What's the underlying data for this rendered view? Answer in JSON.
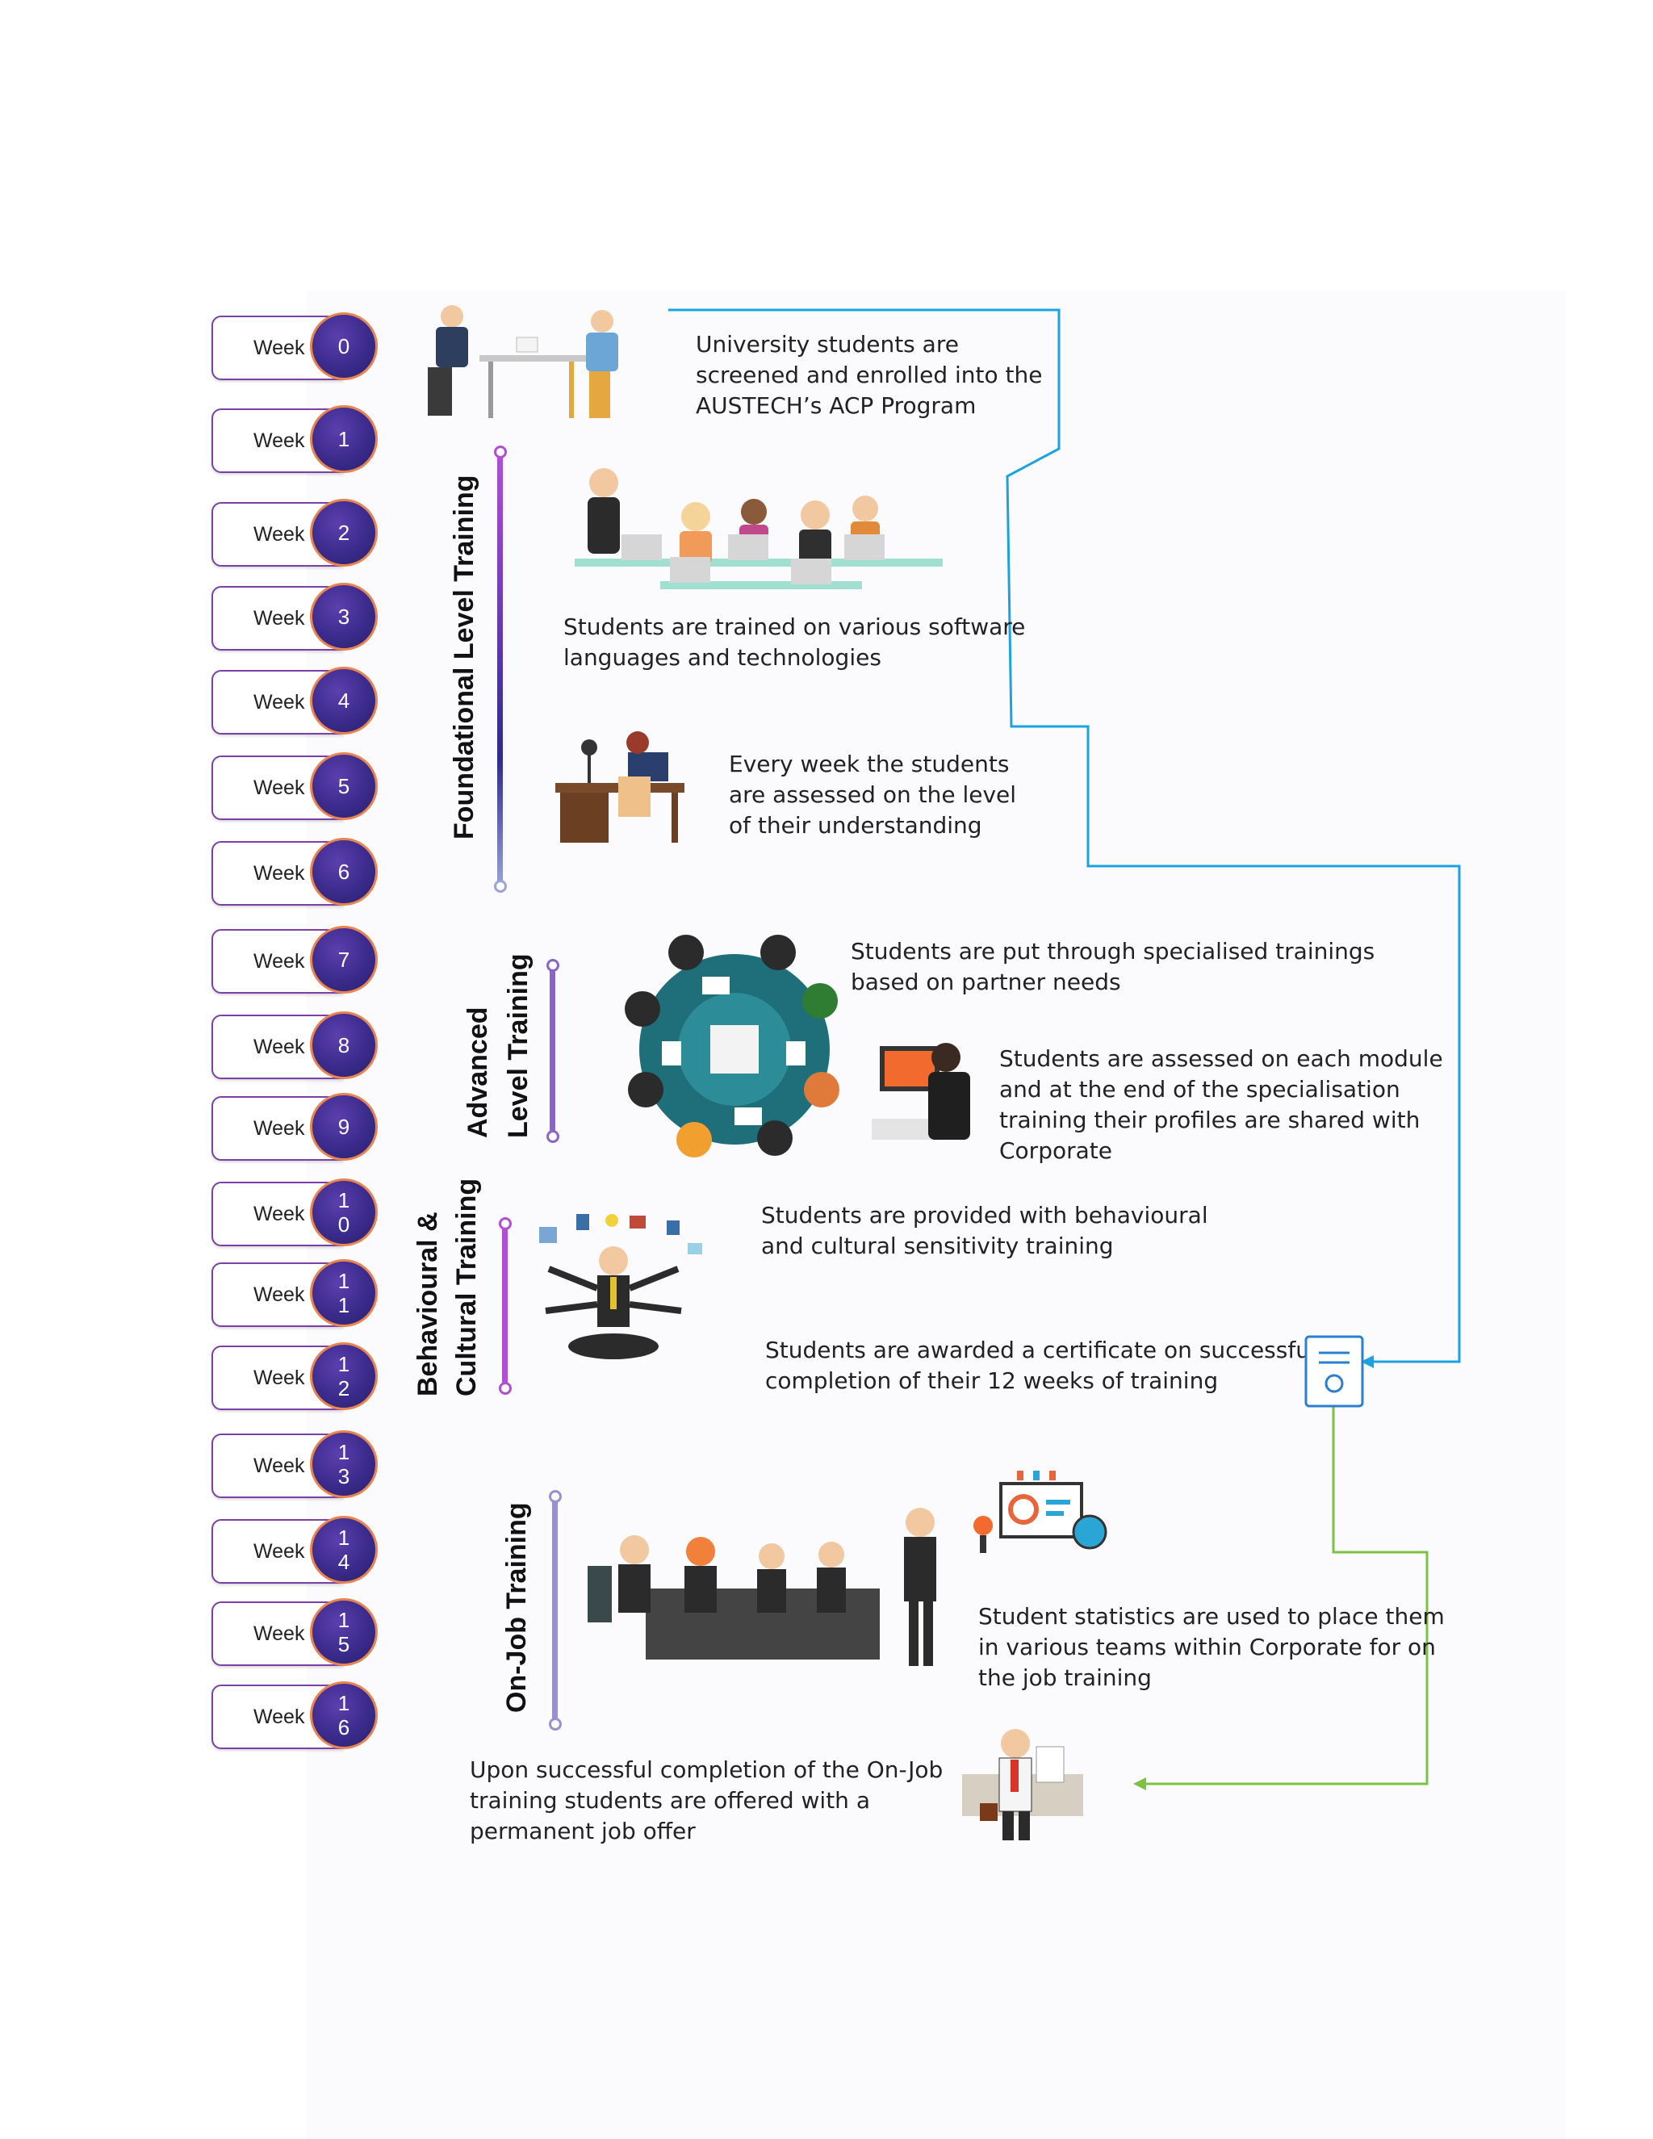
{
  "weeks": [
    {
      "label": "Week",
      "number": "0"
    },
    {
      "label": "Week",
      "number": "1"
    },
    {
      "label": "Week",
      "number": "2"
    },
    {
      "label": "Week",
      "number": "3"
    },
    {
      "label": "Week",
      "number": "4"
    },
    {
      "label": "Week",
      "number": "5"
    },
    {
      "label": "Week",
      "number": "6"
    },
    {
      "label": "Week",
      "number": "7"
    },
    {
      "label": "Week",
      "number": "8"
    },
    {
      "label": "Week",
      "number": "9"
    },
    {
      "label": "Week",
      "number": "1\n0"
    },
    {
      "label": "Week",
      "number": "1\n1"
    },
    {
      "label": "Week",
      "number": "1\n2"
    },
    {
      "label": "Week",
      "number": "1\n3"
    },
    {
      "label": "Week",
      "number": "1\n4"
    },
    {
      "label": "Week",
      "number": "1\n5"
    },
    {
      "label": "Week",
      "number": "1\n6"
    }
  ],
  "sections": {
    "foundational": "Foundational Level Training",
    "advanced_line1": "Advanced",
    "advanced_line2": "Level Training",
    "behavioural_line1": "Behavioural &",
    "behavioural_line2": "Cultural Training",
    "onjob": "On-Job Training"
  },
  "descriptions": {
    "enrol": [
      "University students are",
      "screened and enrolled into the",
      "AUSTECH’s ACP Program"
    ],
    "trained": [
      "Students are trained on various software",
      "languages and technologies"
    ],
    "assessed_weekly": [
      "Every week the students",
      "are assessed on the level",
      "of their understanding"
    ],
    "specialised": [
      "Students are put through specialised trainings",
      "based on partner needs"
    ],
    "module_assess": [
      "Students are assessed on each module",
      "and at the end of the specialisation",
      "training their profiles are shared with",
      "Corporate"
    ],
    "behavioural": [
      "Students are provided with behavioural",
      "and cultural sensitivity training"
    ],
    "certificate": [
      "Students are awarded a certificate on successful",
      "completion of their 12 weeks of training"
    ],
    "statistics": [
      "Student statistics are used to place them",
      "in various teams within Corporate for on",
      "the job training"
    ],
    "job_offer": [
      "Upon successful completion of the On-Job",
      "training students are offered with a",
      "permanent job offer"
    ]
  },
  "illustrations": {
    "interview": "interview-illustration",
    "classroom": "classroom-illustration",
    "desk": "desk-study-illustration",
    "roundtable": "round-table-illustration",
    "monitor": "assessment-monitor-illustration",
    "multitask": "multitasking-person-illustration",
    "certificate": "certificate-icon",
    "meeting": "meeting-room-illustration",
    "dashboard": "statistics-dashboard-illustration",
    "joboffer": "job-offer-illustration"
  },
  "colors": {
    "blue_connector": "#1aa3e0",
    "green_connector": "#7cc242",
    "purple_bar": "#8e44c9",
    "week_circle": "#3b2b8c",
    "week_ring": "#e9834f"
  }
}
